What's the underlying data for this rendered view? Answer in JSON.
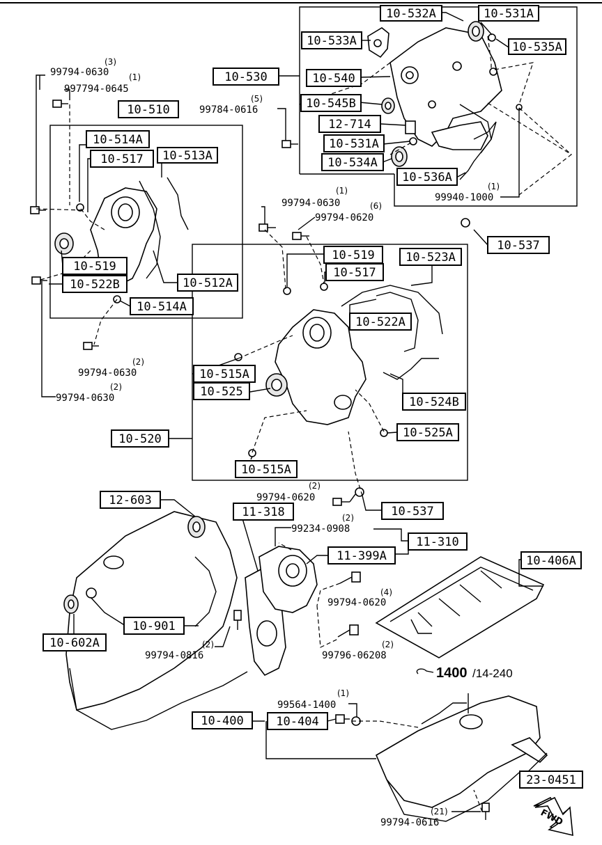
{
  "boxed_labels": {
    "l10_532A": "10-532A",
    "l10_531A_top": "10-531A",
    "l10_533A": "10-533A",
    "l10_535A": "10-535A",
    "l10_530": "10-530",
    "l10_540": "10-540",
    "l10_545B": "10-545B",
    "l12_714": "12-714",
    "l10_531A_mid": "10-531A",
    "l10_534A": "10-534A",
    "l10_536A": "10-536A",
    "l10_537_top": "10-537",
    "l10_510": "10-510",
    "l10_514A_top": "10-514A",
    "l10_517_left": "10-517",
    "l10_513A": "10-513A",
    "l10_519_left": "10-519",
    "l10_522B": "10-522B",
    "l10_512A": "10-512A",
    "l10_514A_bot": "10-514A",
    "l10_519_mid": "10-519",
    "l10_517_mid": "10-517",
    "l10_523A": "10-523A",
    "l10_522A": "10-522A",
    "l10_515A_top": "10-515A",
    "l10_525": "10-525",
    "l10_524B": "10-524B",
    "l10_520": "10-520",
    "l10_525A": "10-525A",
    "l10_515A_bot": "10-515A",
    "l12_603": "12-603",
    "l11_318": "11-318",
    "l10_537_bot": "10-537",
    "l11_310": "11-310",
    "l11_399A": "11-399A",
    "l10_406A": "10-406A",
    "l10_901": "10-901",
    "l10_602A": "10-602A",
    "l10_400": "10-400",
    "l10_404": "10-404",
    "l23_0451": "23-0451"
  },
  "part_numbers": {
    "p1": {
      "num": "99794-0630",
      "qty": "(3)"
    },
    "p2": {
      "num": "997794-0645",
      "qty": "(1)"
    },
    "p3": {
      "num": "99784-0616",
      "qty": "(5)"
    },
    "p4": {
      "num": "99940-1000",
      "qty": "(1)"
    },
    "p5": {
      "num": "99794-0630",
      "qty": "(1)"
    },
    "p6": {
      "num": "99794-0620",
      "qty": "(6)"
    },
    "p7": {
      "num": "99794-0630",
      "qty": "(2)"
    },
    "p8": {
      "num": "99794-0630",
      "qty": "(2)"
    },
    "p9": {
      "num": "99794-0620",
      "qty": "(2)"
    },
    "p10": {
      "num": "99234-0908",
      "qty": "(2)"
    },
    "p11": {
      "num": "99794-0620",
      "qty": "(4)"
    },
    "p12": {
      "num": "99796-06208",
      "qty": "(2)"
    },
    "p13": {
      "num": "99794-0816",
      "qty": "(2)"
    },
    "p14": {
      "num": "99564-1400",
      "qty": "(1)"
    },
    "p15": {
      "num": "99794-0616",
      "qty": "(21)"
    }
  },
  "torque": {
    "value": "1400",
    "suffix": "/14-240"
  },
  "direction": {
    "fwd": "FWD"
  }
}
